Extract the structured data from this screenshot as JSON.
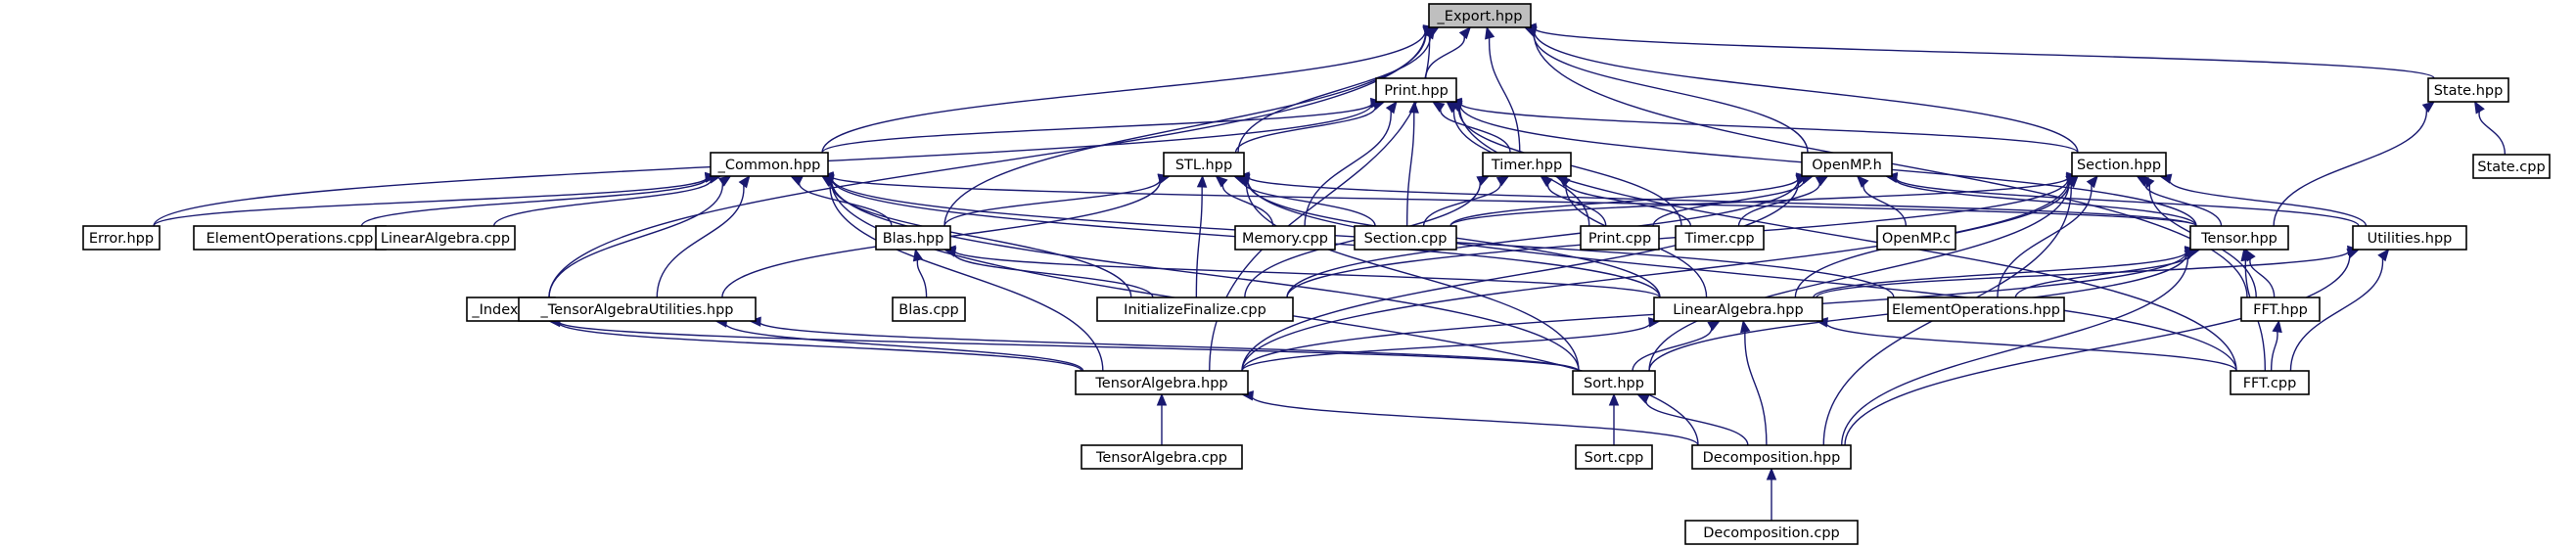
{
  "nodes": [
    {
      "id": "export",
      "label": "_Export.hpp",
      "current": true
    },
    {
      "id": "print",
      "label": "Print.hpp"
    },
    {
      "id": "state",
      "label": "State.hpp"
    },
    {
      "id": "statecpp",
      "label": "State.cpp"
    },
    {
      "id": "common",
      "label": "_Common.hpp"
    },
    {
      "id": "stl",
      "label": "STL.hpp"
    },
    {
      "id": "timer",
      "label": "Timer.hpp"
    },
    {
      "id": "openmp",
      "label": "OpenMP.h"
    },
    {
      "id": "section",
      "label": "Section.hpp"
    },
    {
      "id": "error",
      "label": "Error.hpp"
    },
    {
      "id": "elemopscpp",
      "label": "ElementOperations.cpp"
    },
    {
      "id": "linalgcpp",
      "label": "LinearAlgebra.cpp"
    },
    {
      "id": "blas",
      "label": "Blas.hpp"
    },
    {
      "id": "memorycpp",
      "label": "Memory.cpp"
    },
    {
      "id": "sectioncpp",
      "label": "Section.cpp"
    },
    {
      "id": "printcpp",
      "label": "Print.cpp"
    },
    {
      "id": "timercpp",
      "label": "Timer.cpp"
    },
    {
      "id": "openmpc",
      "label": "OpenMP.c"
    },
    {
      "id": "tensor",
      "label": "Tensor.hpp"
    },
    {
      "id": "utilities",
      "label": "Utilities.hpp"
    },
    {
      "id": "index",
      "label": "_Index.hpp"
    },
    {
      "id": "tautil",
      "label": "_TensorAlgebraUtilities.hpp"
    },
    {
      "id": "blascpp",
      "label": "Blas.cpp"
    },
    {
      "id": "initfin",
      "label": "InitializeFinalize.cpp"
    },
    {
      "id": "linalg",
      "label": "LinearAlgebra.hpp"
    },
    {
      "id": "elemops",
      "label": "ElementOperations.hpp"
    },
    {
      "id": "ffthpp",
      "label": "FFT.hpp"
    },
    {
      "id": "tensoralg",
      "label": "TensorAlgebra.hpp"
    },
    {
      "id": "sort",
      "label": "Sort.hpp"
    },
    {
      "id": "fftcpp",
      "label": "FFT.cpp"
    },
    {
      "id": "tensoralgcpp",
      "label": "TensorAlgebra.cpp"
    },
    {
      "id": "sortcpp",
      "label": "Sort.cpp"
    },
    {
      "id": "decomp",
      "label": "Decomposition.hpp"
    },
    {
      "id": "decompcpp",
      "label": "Decomposition.cpp"
    }
  ],
  "edges": [
    [
      "print",
      "export"
    ],
    [
      "state",
      "export"
    ],
    [
      "common",
      "export"
    ],
    [
      "stl",
      "export"
    ],
    [
      "timer",
      "export"
    ],
    [
      "openmp",
      "export"
    ],
    [
      "section",
      "export"
    ],
    [
      "blas",
      "export"
    ],
    [
      "index",
      "export"
    ],
    [
      "tensoralg",
      "export"
    ],
    [
      "ffthpp",
      "export"
    ],
    [
      "common",
      "print"
    ],
    [
      "stl",
      "print"
    ],
    [
      "timer",
      "print"
    ],
    [
      "section",
      "print"
    ],
    [
      "error",
      "print"
    ],
    [
      "memorycpp",
      "print"
    ],
    [
      "sectioncpp",
      "print"
    ],
    [
      "printcpp",
      "print"
    ],
    [
      "timercpp",
      "print"
    ],
    [
      "tensor",
      "print"
    ],
    [
      "fftcpp",
      "print"
    ],
    [
      "statecpp",
      "state"
    ],
    [
      "tensor",
      "state"
    ],
    [
      "error",
      "common"
    ],
    [
      "elemopscpp",
      "common"
    ],
    [
      "linalgcpp",
      "common"
    ],
    [
      "blas",
      "common"
    ],
    [
      "index",
      "common"
    ],
    [
      "tautil",
      "common"
    ],
    [
      "initfin",
      "common"
    ],
    [
      "linalg",
      "common"
    ],
    [
      "elemops",
      "common"
    ],
    [
      "tensoralg",
      "common"
    ],
    [
      "sort",
      "common"
    ],
    [
      "decomp",
      "common"
    ],
    [
      "tensor",
      "common"
    ],
    [
      "blas",
      "stl"
    ],
    [
      "memorycpp",
      "stl"
    ],
    [
      "sectioncpp",
      "stl"
    ],
    [
      "tautil",
      "stl"
    ],
    [
      "initfin",
      "stl"
    ],
    [
      "linalg",
      "stl"
    ],
    [
      "sort",
      "stl"
    ],
    [
      "fftcpp",
      "stl"
    ],
    [
      "tensor",
      "stl"
    ],
    [
      "sectioncpp",
      "timer"
    ],
    [
      "printcpp",
      "timer"
    ],
    [
      "timercpp",
      "timer"
    ],
    [
      "initfin",
      "timer"
    ],
    [
      "linalg",
      "timer"
    ],
    [
      "sectioncpp",
      "openmp"
    ],
    [
      "printcpp",
      "openmp"
    ],
    [
      "timercpp",
      "openmp"
    ],
    [
      "openmpc",
      "openmp"
    ],
    [
      "tensor",
      "openmp"
    ],
    [
      "utilities",
      "openmp"
    ],
    [
      "initfin",
      "openmp"
    ],
    [
      "tensoralg",
      "openmp"
    ],
    [
      "sectioncpp",
      "section"
    ],
    [
      "tensor",
      "section"
    ],
    [
      "linalg",
      "section"
    ],
    [
      "elemops",
      "section"
    ],
    [
      "sort",
      "section"
    ],
    [
      "ffthpp",
      "section"
    ],
    [
      "utilities",
      "section"
    ],
    [
      "tensoralg",
      "section"
    ],
    [
      "initfin",
      "section"
    ],
    [
      "decomp",
      "section"
    ],
    [
      "blascpp",
      "blas"
    ],
    [
      "initfin",
      "blas"
    ],
    [
      "linalg",
      "blas"
    ],
    [
      "linalg",
      "tensor"
    ],
    [
      "elemops",
      "tensor"
    ],
    [
      "ffthpp",
      "tensor"
    ],
    [
      "fftcpp",
      "tensor"
    ],
    [
      "tensoralg",
      "tensor"
    ],
    [
      "sort",
      "tensor"
    ],
    [
      "decomp",
      "tensor"
    ],
    [
      "linalg",
      "utilities"
    ],
    [
      "fftcpp",
      "utilities"
    ],
    [
      "decomp",
      "utilities"
    ],
    [
      "tensoralg",
      "index"
    ],
    [
      "sort",
      "index"
    ],
    [
      "tensoralg",
      "tautil"
    ],
    [
      "sort",
      "tautil"
    ],
    [
      "tensoralg",
      "linalg"
    ],
    [
      "sort",
      "linalg"
    ],
    [
      "decomp",
      "linalg"
    ],
    [
      "fftcpp",
      "linalg"
    ],
    [
      "fftcpp",
      "ffthpp"
    ],
    [
      "tensoralgcpp",
      "tensoralg"
    ],
    [
      "decomp",
      "tensoralg"
    ],
    [
      "sortcpp",
      "sort"
    ],
    [
      "decomp",
      "sort"
    ],
    [
      "decompcpp",
      "decomp"
    ]
  ]
}
